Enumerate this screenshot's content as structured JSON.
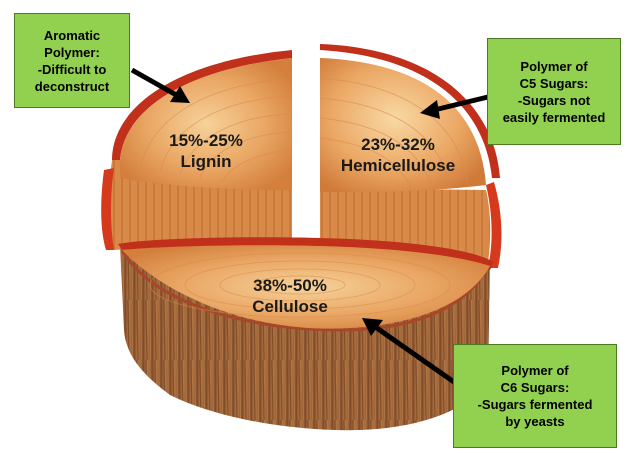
{
  "segments": {
    "lignin": {
      "percent": "15%-25%",
      "name": "Lignin"
    },
    "hemicellulose": {
      "percent": "23%-32%",
      "name": "Hemicellulose"
    },
    "cellulose": {
      "percent": "38%-50%",
      "name": "Cellulose"
    }
  },
  "callouts": {
    "lignin": [
      "Aromatic",
      "Polymer:",
      "-Difficult to",
      "deconstruct"
    ],
    "hemicellulose": [
      "Polymer of",
      "C5 Sugars:",
      "-Sugars not",
      "easily fermented"
    ],
    "cellulose": [
      "Polymer of",
      "C6 Sugars:",
      "-Sugars fermented",
      "by yeasts"
    ]
  },
  "colors": {
    "callout_fill": "#92d050",
    "wood_face": "#e9a65f",
    "bark": "#c0301a",
    "side": "#a0643a"
  }
}
